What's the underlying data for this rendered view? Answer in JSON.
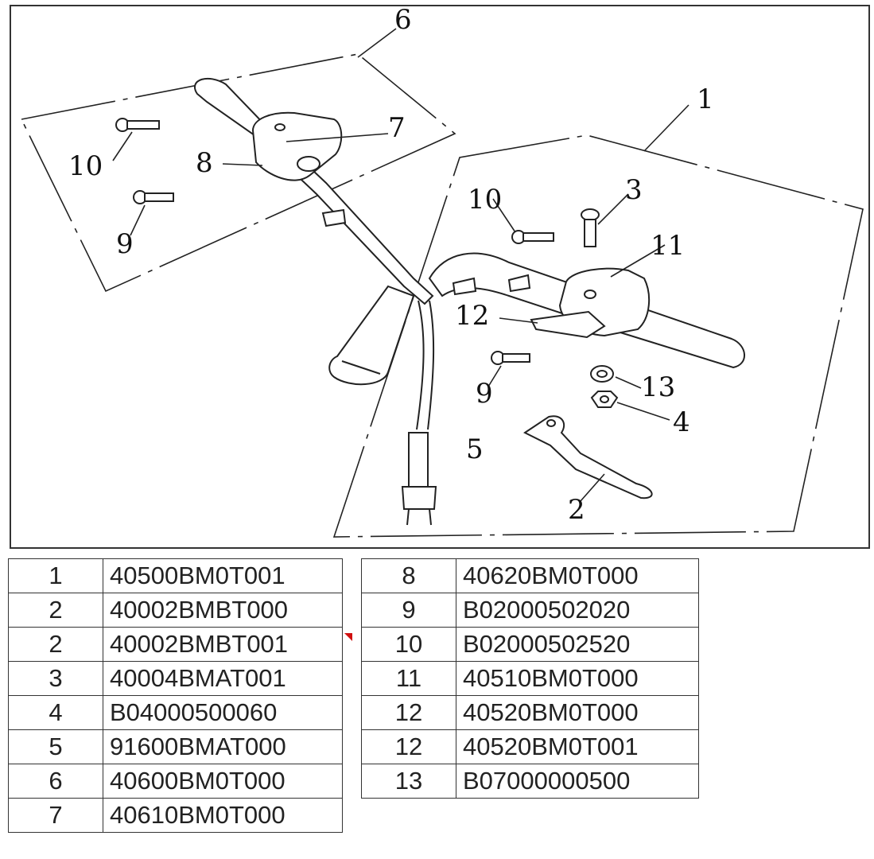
{
  "diagram": {
    "callouts": {
      "c1": "1",
      "c2": "2",
      "c3": "3",
      "c4": "4",
      "c5": "5",
      "c6": "6",
      "c7": "7",
      "c8": "8",
      "c9a": "9",
      "c9b": "9",
      "c10a": "10",
      "c10b": "10",
      "c11": "11",
      "c12": "12",
      "c13": "13"
    }
  },
  "parts_table": {
    "left": [
      {
        "ref": "1",
        "part_no": "40500BM0T001"
      },
      {
        "ref": "2",
        "part_no": "40002BMBT000"
      },
      {
        "ref": "2",
        "part_no": "40002BMBT001"
      },
      {
        "ref": "3",
        "part_no": "40004BMAT001"
      },
      {
        "ref": "4",
        "part_no": "B04000500060"
      },
      {
        "ref": "5",
        "part_no": "91600BMAT000"
      },
      {
        "ref": "6",
        "part_no": "40600BM0T000"
      },
      {
        "ref": "7",
        "part_no": "40610BM0T000"
      }
    ],
    "right": [
      {
        "ref": "8",
        "part_no": "40620BM0T000"
      },
      {
        "ref": "9",
        "part_no": "B02000502020"
      },
      {
        "ref": "10",
        "part_no": "B02000502520"
      },
      {
        "ref": "11",
        "part_no": "40510BM0T000"
      },
      {
        "ref": "12",
        "part_no": "40520BM0T000"
      },
      {
        "ref": "12",
        "part_no": "40520BM0T001"
      },
      {
        "ref": "13",
        "part_no": "B07000000500"
      }
    ]
  },
  "colors": {
    "line": "#222222",
    "border": "#333333",
    "flag": "#d01010"
  }
}
